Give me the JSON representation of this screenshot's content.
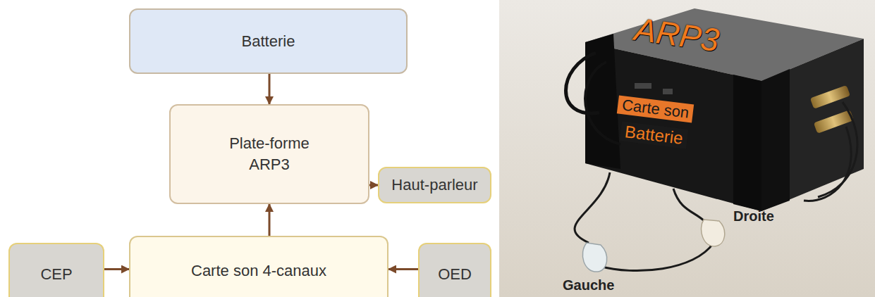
{
  "diagram": {
    "nodes": [
      {
        "text": [
          "Batterie"
        ]
      },
      {
        "text": [
          "Plate-forme ARP3"
        ]
      },
      {
        "text": [
          "Haut-parleur"
        ]
      },
      {
        "text": [
          "CEP"
        ]
      },
      {
        "text": [
          "Carte son 4-canaux"
        ]
      },
      {
        "text": [
          "OED"
        ]
      }
    ],
    "edges": [
      {
        "from": 0,
        "to": 1,
        "arrow": "to"
      },
      {
        "from": 1,
        "to": 2,
        "arrow": "to"
      },
      {
        "from": 4,
        "to": 1,
        "arrow": "to"
      },
      {
        "from": 3,
        "to": 4,
        "arrow": "to"
      },
      {
        "from": 5,
        "to": 4,
        "arrow": "to"
      }
    ],
    "labels": [
      "ARP3",
      "Carte son",
      "Batterie",
      "Droite",
      "Gauche"
    ]
  }
}
